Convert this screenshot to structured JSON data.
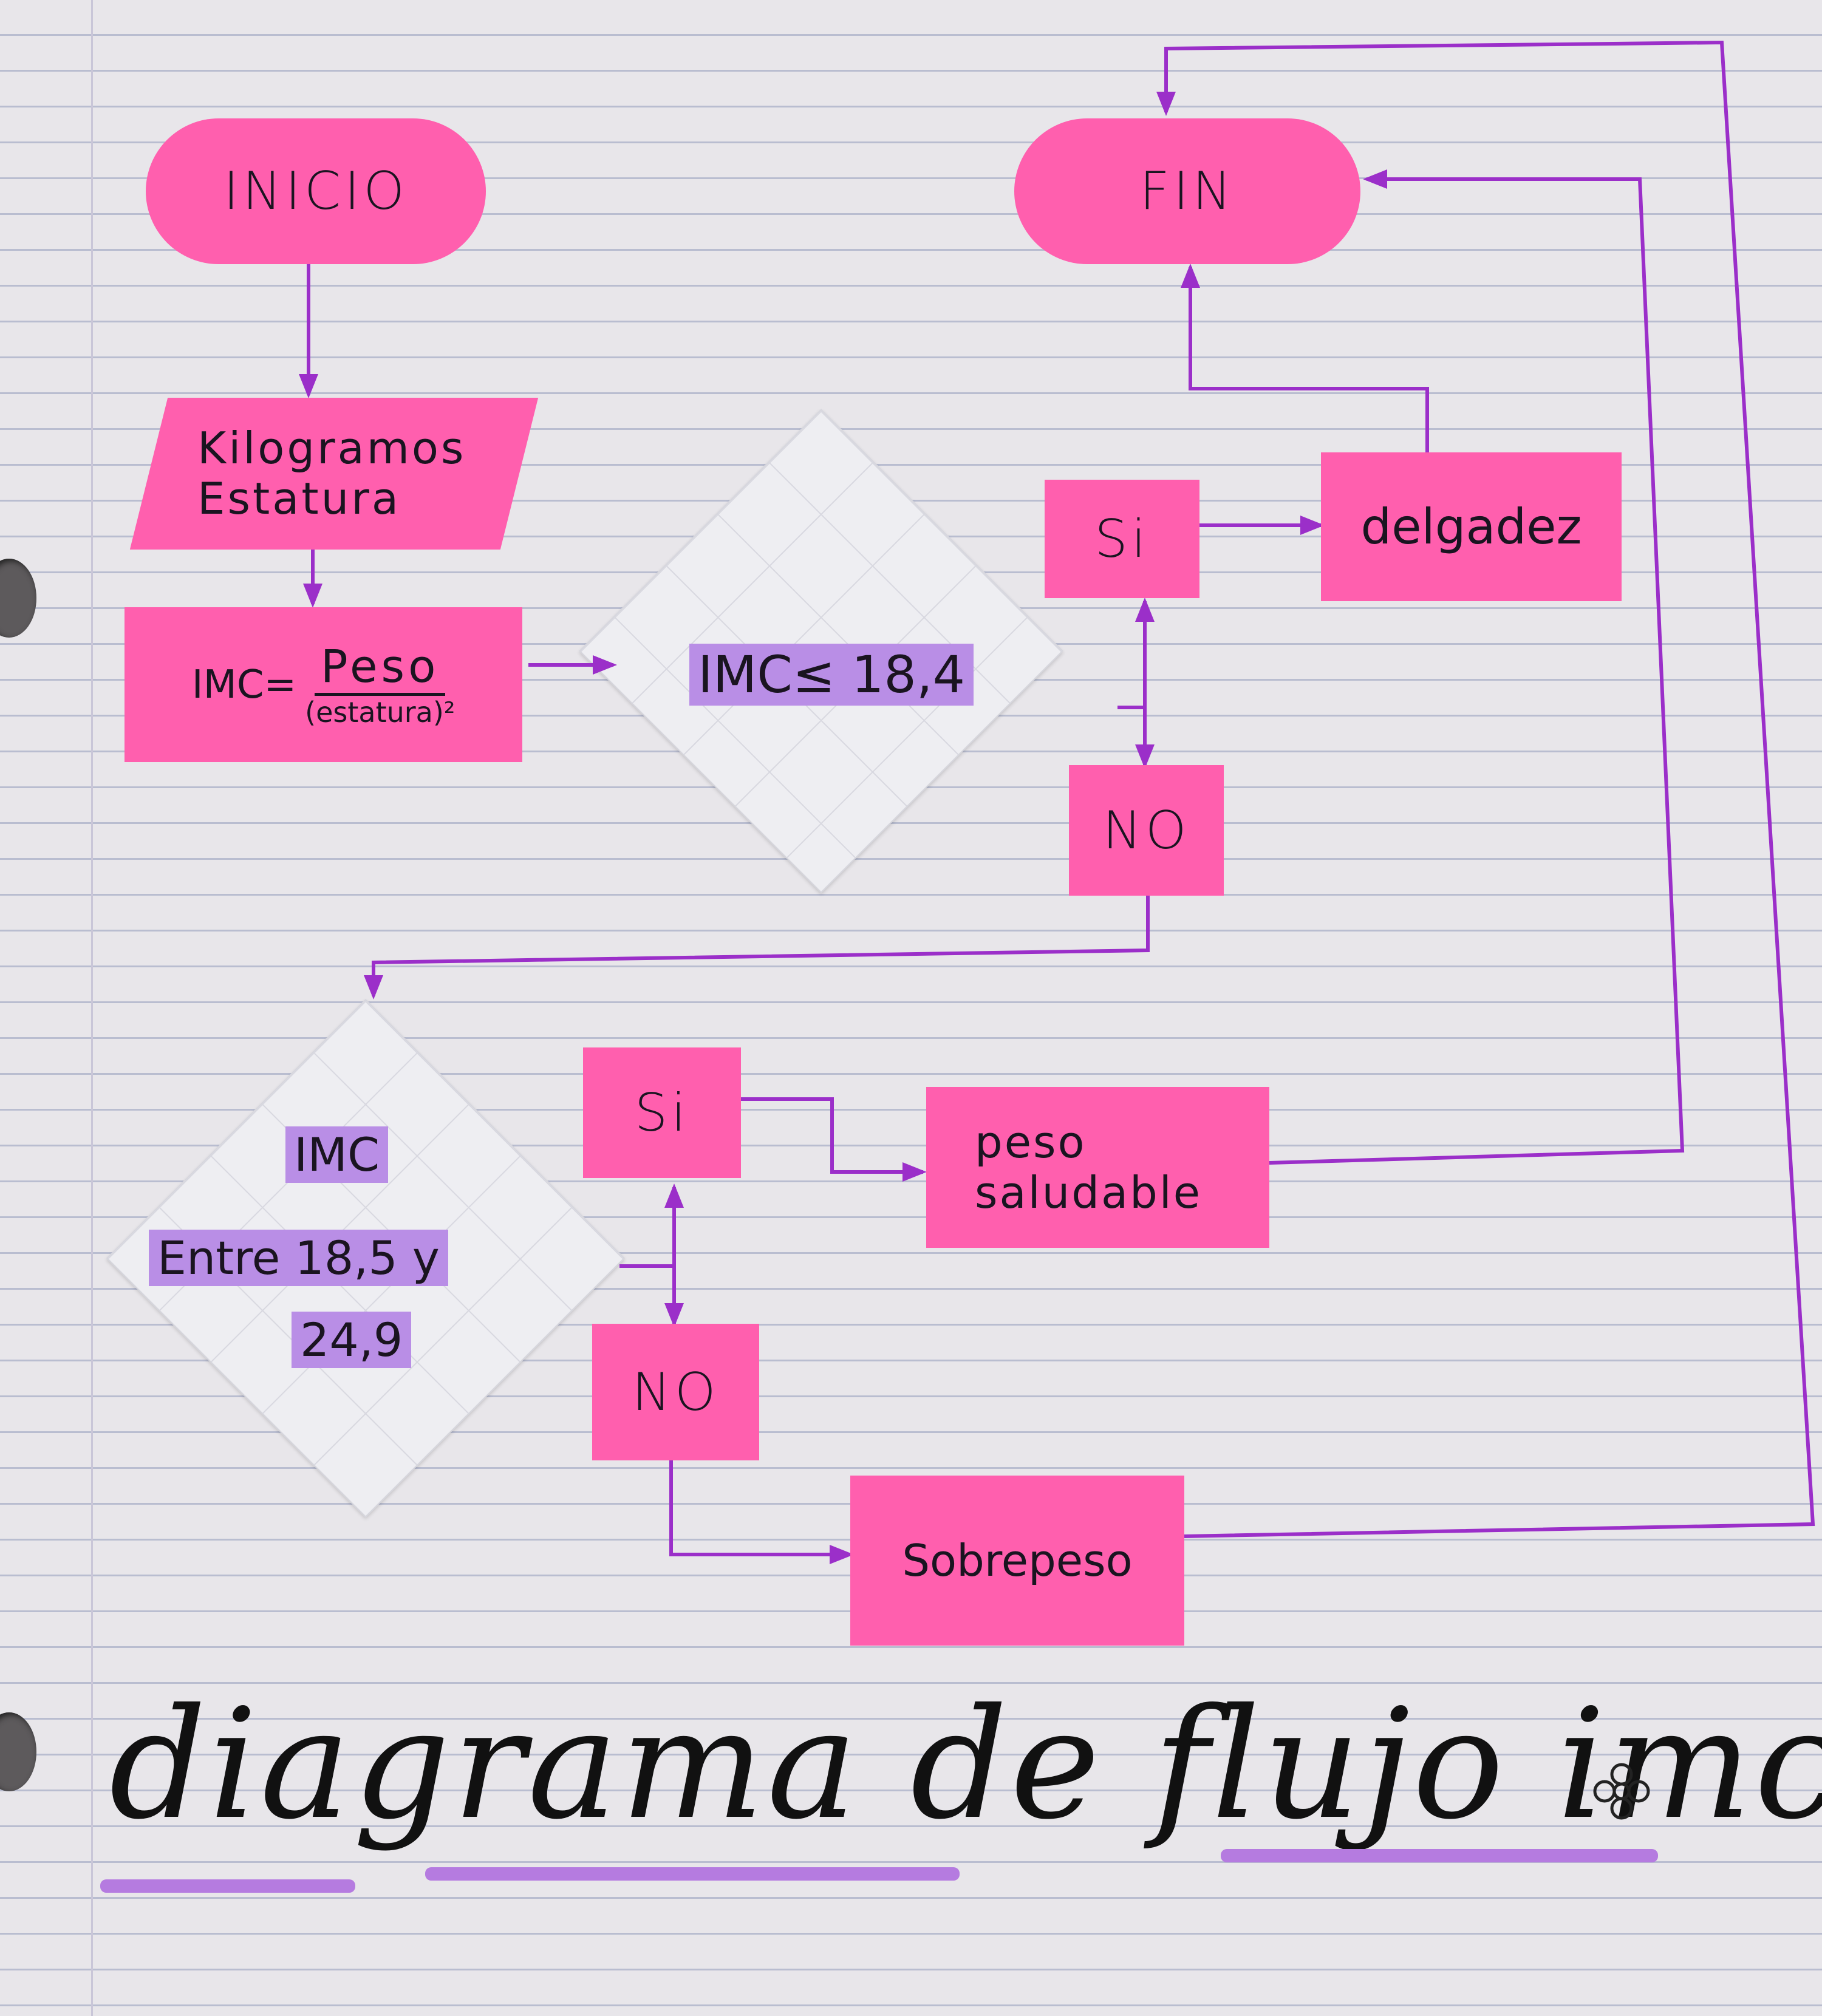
{
  "nodes": {
    "start": "INICIO",
    "end": "FIN",
    "input": "Kilogramos\nEstatura",
    "formula": {
      "lhs": "IMC=",
      "numerator": "Peso",
      "denominator": "(estatura)²"
    },
    "decision1": "IMC≤ 18,4",
    "d1_yes": "Si",
    "d1_no": "NO",
    "delgadez": "delgadez",
    "decision2": {
      "line1": "IMC",
      "line2": "Entre 18,5 y",
      "line3": "24,9"
    },
    "d2_yes": "Si",
    "d2_no": "NO",
    "saludable": "peso\nsaludable",
    "sobrepeso": "Sobrepeso"
  },
  "title": "diagrama de flujo imc",
  "title_icon": "flower-doodle-icon",
  "colors": {
    "sticky_note": "#ff5fae",
    "arrow": "#9b2fc9",
    "highlight": "#b98ee6",
    "paper": "#e8e6ea"
  }
}
